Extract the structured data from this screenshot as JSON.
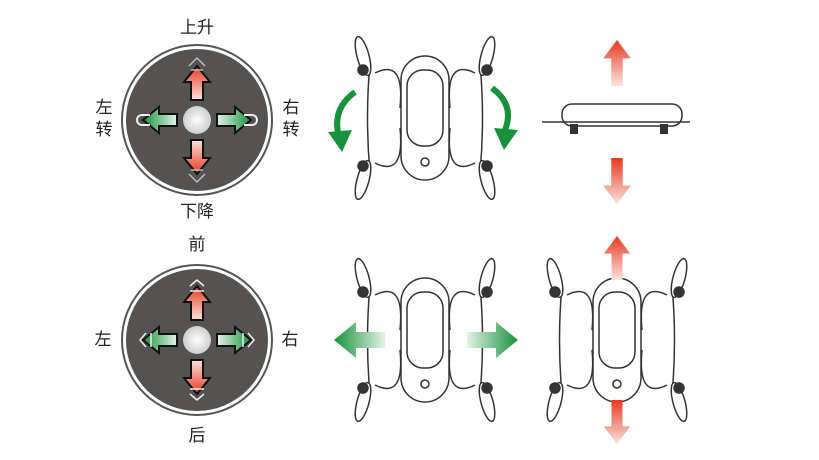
{
  "joystick_rotate": {
    "up": "上升",
    "down": "下降",
    "left": "左转",
    "left_1": "左",
    "left_2": "转",
    "right_1": "右",
    "right_2": "转"
  },
  "joystick_move": {
    "up": "前",
    "down": "后",
    "left": "左",
    "right": "右"
  },
  "colors": {
    "pad": "#555352",
    "up_down_arrow": "#e8452a",
    "left_right_arrow": "#1e9a3c"
  }
}
